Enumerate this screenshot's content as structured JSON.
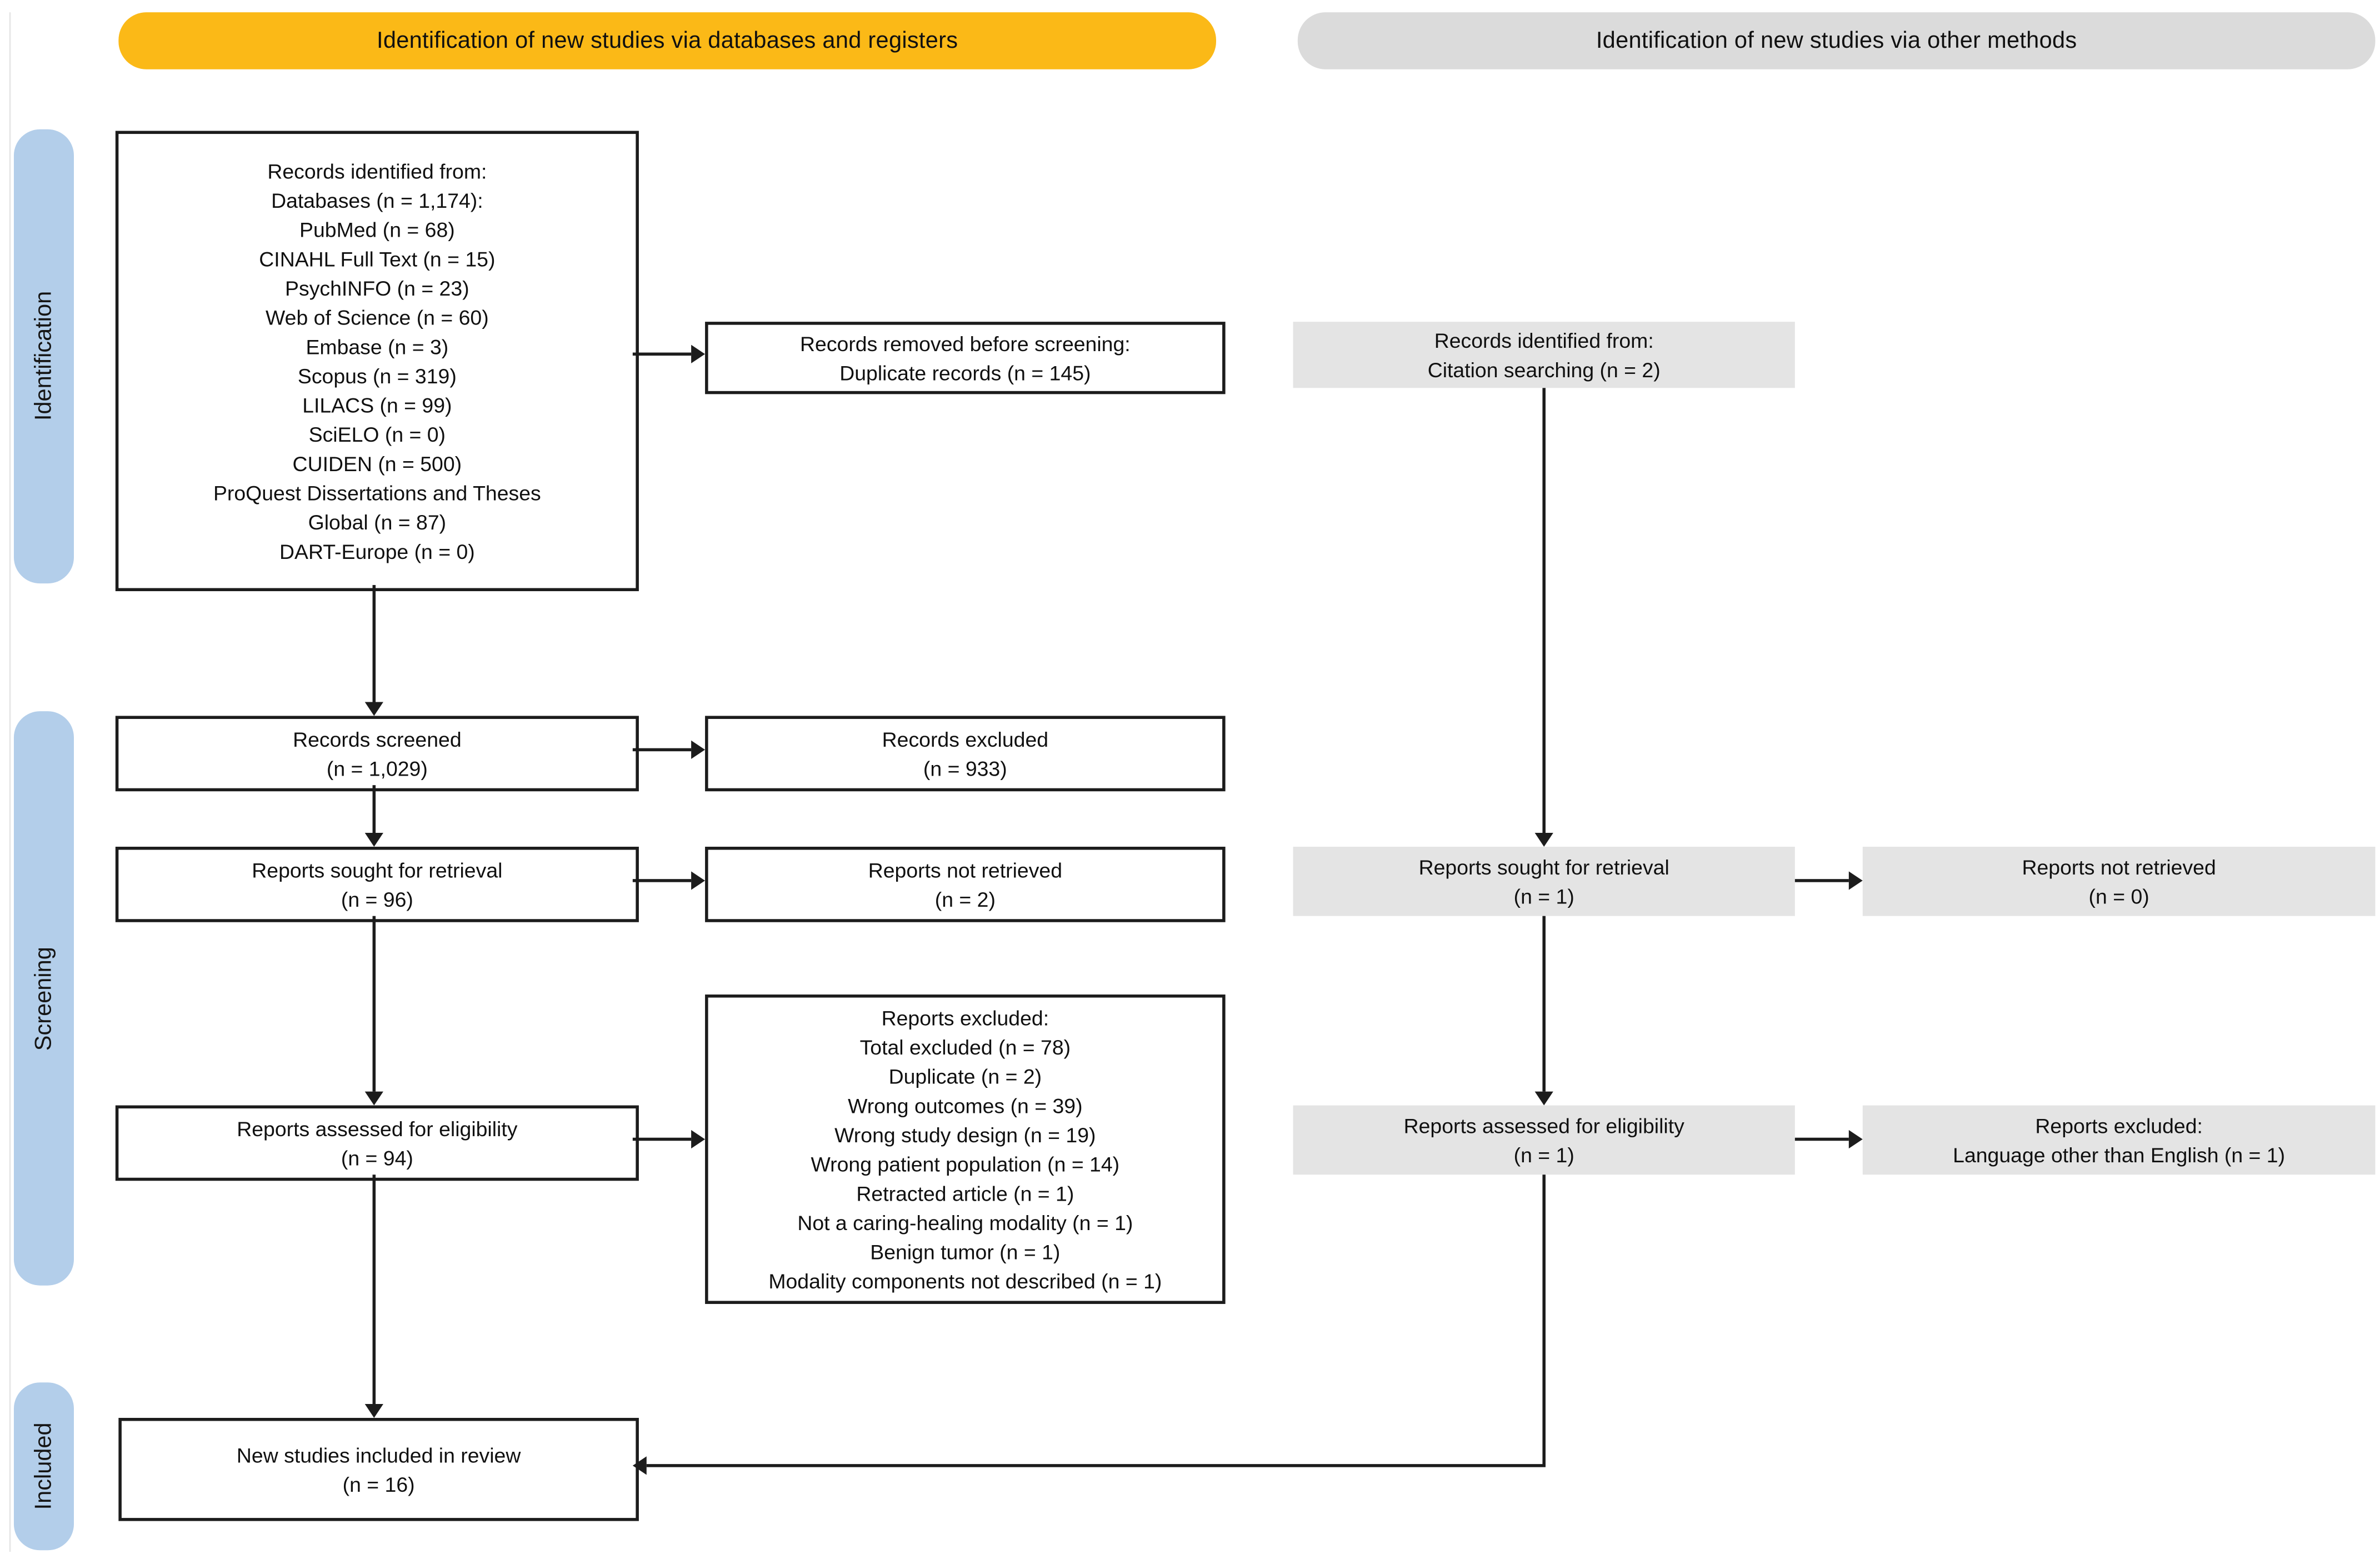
{
  "banners": {
    "databases": {
      "label": "Identification of new studies via databases and registers",
      "color": "#FBB917"
    },
    "other": {
      "label": "Identification of new studies via other methods",
      "color": "#DBDBDB"
    }
  },
  "stages": {
    "identification": "Identification",
    "screening": "Screening",
    "included": "Included"
  },
  "colors": {
    "banner-yellow": "#FBB917",
    "banner-gray": "#DBDBDB",
    "box-gray": "#E4E4E4",
    "stage-blue": "#B3CEEA",
    "line": "#1C1C1C"
  },
  "boxes": {
    "records_identified": {
      "lines": [
        "Records identified from:",
        "Databases (n = 1,174):",
        "PubMed (n = 68)",
        "CINAHL Full Text (n = 15)",
        "PsychINFO (n = 23)",
        "Web of Science (n = 60)",
        "Embase (n = 3)",
        "Scopus (n = 319)",
        "LILACS (n = 99)",
        "SciELO (n = 0)",
        "CUIDEN (n = 500)",
        "ProQuest Dissertations and Theses",
        "Global (n = 87)",
        "DART-Europe (n = 0)"
      ]
    },
    "records_removed": {
      "lines": [
        "Records removed before screening:",
        "Duplicate records (n = 145)"
      ]
    },
    "records_citation": {
      "lines": [
        "Records identified from:",
        "Citation searching (n = 2)"
      ]
    },
    "records_screened": {
      "lines": [
        "Records screened",
        "(n = 1,029)"
      ]
    },
    "records_excluded": {
      "lines": [
        "Records excluded",
        "(n = 933)"
      ]
    },
    "reports_sought_db": {
      "lines": [
        "Reports sought for retrieval",
        "(n = 96)"
      ]
    },
    "reports_not_retrieved_db": {
      "lines": [
        "Reports not retrieved",
        "(n = 2)"
      ]
    },
    "reports_sought_other": {
      "lines": [
        "Reports sought for retrieval",
        "(n = 1)"
      ]
    },
    "reports_not_retrieved_other": {
      "lines": [
        "Reports not retrieved",
        "(n = 0)"
      ]
    },
    "reports_assessed_db": {
      "lines": [
        "Reports assessed for eligibility",
        "(n = 94)"
      ]
    },
    "reports_excluded_detail": {
      "lines": [
        "Reports excluded:",
        "Total excluded (n = 78)",
        "Duplicate (n = 2)",
        "Wrong outcomes (n = 39)",
        "Wrong study design (n = 19)",
        "Wrong patient population (n = 14)",
        "Retracted article (n = 1)",
        "Not a caring-healing modality (n = 1)",
        "Benign tumor (n = 1)",
        "Modality components not described (n = 1)"
      ]
    },
    "reports_assessed_other": {
      "lines": [
        "Reports assessed for eligibility",
        "(n = 1)"
      ]
    },
    "reports_excluded_other": {
      "lines": [
        "Reports excluded:",
        "Language other than English (n = 1)"
      ]
    },
    "new_studies_included": {
      "lines": [
        "New studies included in review",
        "(n = 16)"
      ]
    }
  }
}
